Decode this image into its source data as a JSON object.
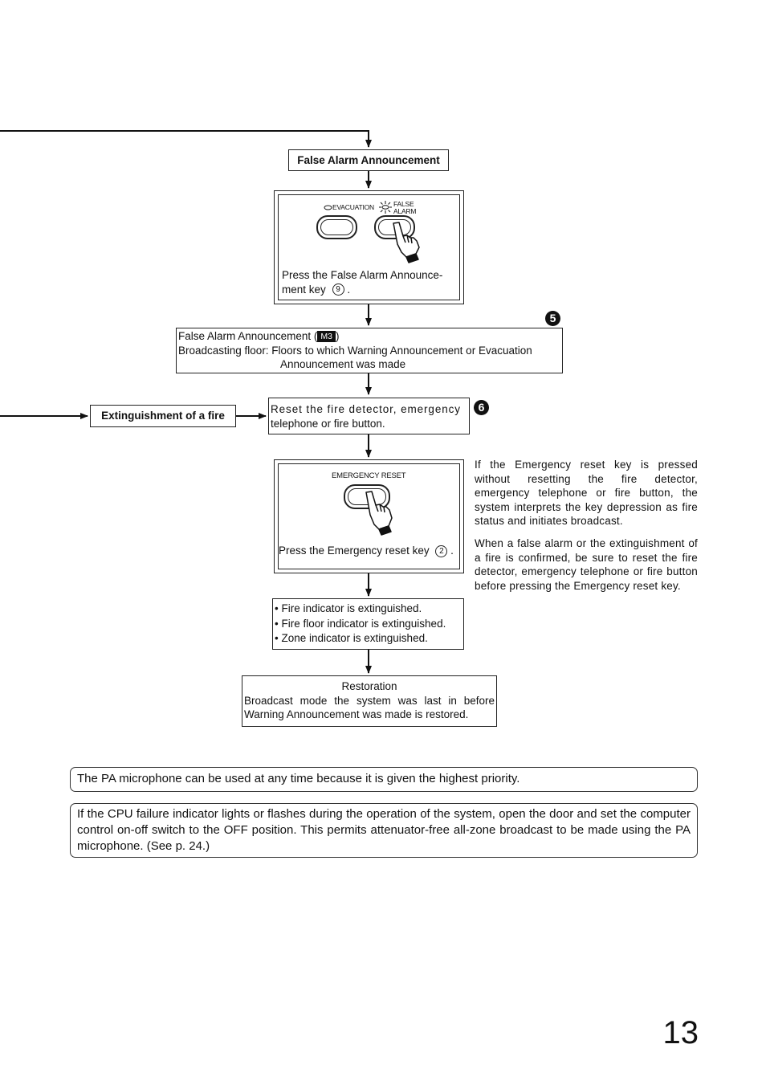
{
  "flow": {
    "false_alarm_header": "False Alarm Announcement",
    "panel1": {
      "evacuation_label": "EVACUATION",
      "false_alarm_label_1": "FALSE",
      "false_alarm_label_2": "ALARM",
      "caption_1": "Press the False Alarm Announce-",
      "caption_2": "ment key",
      "key_number": "9",
      "caption_end": "."
    },
    "announcement_box": {
      "line1_prefix": "False Alarm Announcement (",
      "mode_badge": "M3",
      "line1_suffix": ")",
      "line2": "Broadcasting floor:  Floors to which Warning Announcement or Evacuation",
      "line3": "Announcement was made",
      "step_badge": "5"
    },
    "extinguishment_label": "Extinguishment of a fire",
    "reset_box": {
      "line1": "Reset the fire detector, emergency",
      "line2": "telephone or fire button.",
      "step_badge": "6"
    },
    "panel2": {
      "key_label": "EMERGENCY RESET",
      "caption": "Press the Emergency reset key",
      "key_number": "2",
      "caption_end": "."
    },
    "indicators": [
      "• Fire indicator is extinguished.",
      "• Fire floor indicator is extinguished.",
      "• Zone indicator is extinguished."
    ],
    "restoration": {
      "title": "Restoration",
      "line1": "Broadcast mode the system was last in before",
      "line2": "Warning Announcement was made is restored."
    }
  },
  "side_notes": {
    "para1": "If the Emergency reset key is pressed without resetting the fire detector, emergency telephone or fire button, the system interprets the key depression as fire status and initiates broadcast.",
    "para2": "When a false alarm or the extinguishment of a fire is confirmed, be sure to reset the fire detector, emergency telephone or fire button before pressing the Emergency reset key."
  },
  "notes": {
    "pa_priority": "The PA microphone can be used at any time because it is given the highest priority.",
    "cpu_failure": "If the CPU failure indicator lights or flashes during the operation of the system, open the door and set the computer control on-off switch to the OFF position. This permits attenuator-free all-zone broadcast to be made using the PA microphone. (See p. 24.)"
  },
  "page_number": "13"
}
